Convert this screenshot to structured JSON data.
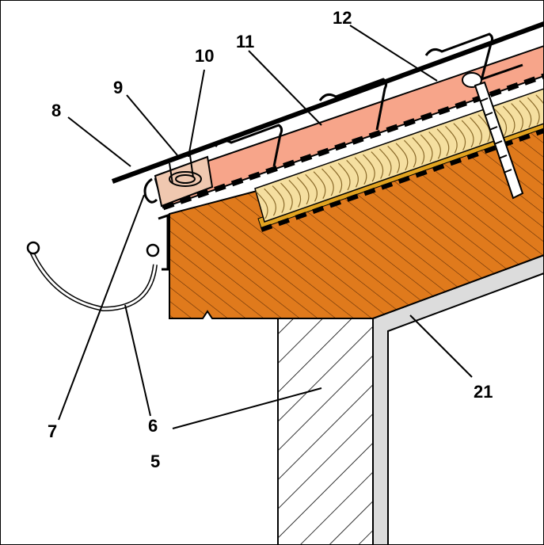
{
  "colors": {
    "background": "#ffffff",
    "wood": "#e07a1c",
    "wood_hatch": "#5a2a05",
    "board": "#f7a58a",
    "insulation": "#f5dfa0",
    "insulation_line": "#8a6a2a",
    "membrane": "#e2a420",
    "ceiling": "#dcdcdc",
    "metal": "#000000"
  },
  "labels": [
    {
      "id": "5",
      "text": "5"
    },
    {
      "id": "6",
      "text": "6"
    },
    {
      "id": "7",
      "text": "7"
    },
    {
      "id": "8",
      "text": "8"
    },
    {
      "id": "9",
      "text": "9"
    },
    {
      "id": "10",
      "text": "10"
    },
    {
      "id": "11",
      "text": "11"
    },
    {
      "id": "12",
      "text": "12"
    },
    {
      "id": "21",
      "text": "21"
    }
  ]
}
